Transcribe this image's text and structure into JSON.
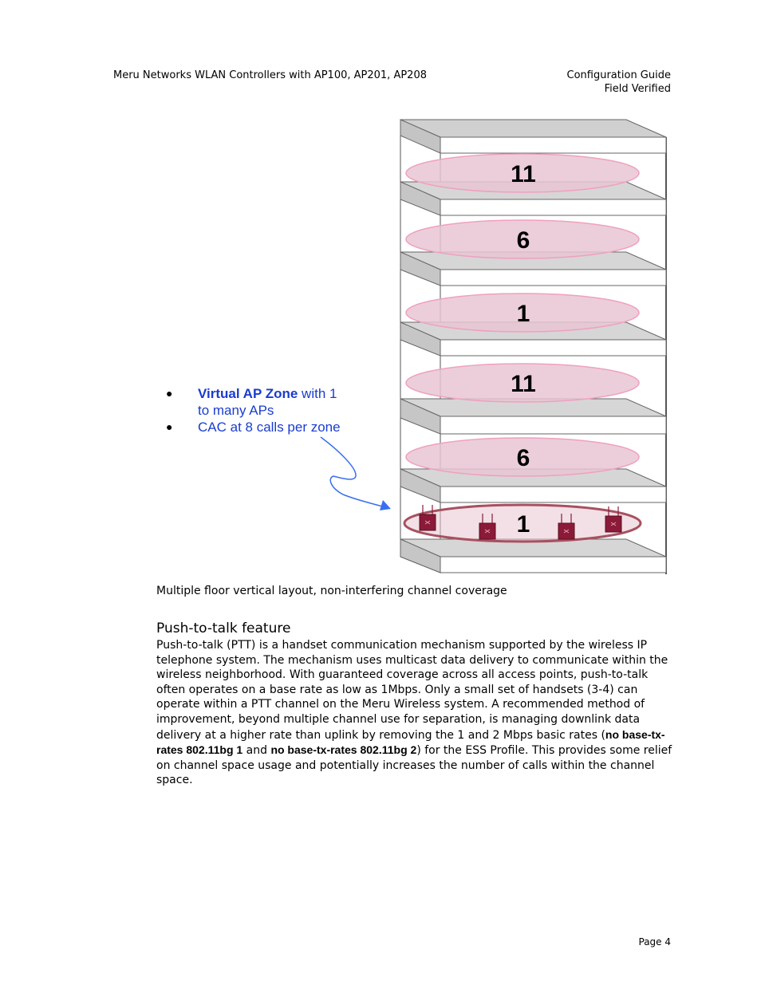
{
  "header": {
    "left": "Meru Networks WLAN Controllers with AP100, AP201, AP208",
    "right_line1": "Configuration Guide",
    "right_line2": "Field Verified"
  },
  "figure": {
    "floor_channels": [
      "11",
      "6",
      "1",
      "11",
      "6",
      "1"
    ],
    "bullets": {
      "b1_bold": "Virtual AP Zone",
      "b1_rest": " with 1 to many APs",
      "b2": "CAC at 8 calls per zone"
    },
    "colors": {
      "zone_fill": "#e8c6d2",
      "zone_stroke": "#f0a0c0",
      "active_zone_stroke": "#a85060",
      "ap_color": "#8b1a38",
      "arrow": "#3a6ff0"
    }
  },
  "caption": "Multiple floor vertical layout, non-interfering channel coverage",
  "section": {
    "title": "Push-to-talk feature",
    "text_1": "Push-to-talk (PTT) is a handset communication mechanism supported by the wireless IP telephone system. The mechanism uses multicast data delivery to communicate within the wireless neighborhood. With guaranteed coverage across all access points, push-to-talk often operates on a base rate as low as 1Mbps. Only a small set of handsets (3-4) can operate within a PTT channel on the Meru Wireless system. A recommended method of improvement, beyond multiple channel use for separation, is managing downlink data delivery at a higher rate than uplink by removing the 1 and 2 Mbps basic rates (",
    "cmd_1": "no base-tx-rates 802.11bg 1",
    "text_2": " and ",
    "cmd_2": "no base-tx-rates 802.11bg 2",
    "text_3": ") for the ESS Profile. This provides some relief on channel space usage and potentially increases the number of calls within the channel space."
  },
  "footer": {
    "page": "Page 4"
  }
}
